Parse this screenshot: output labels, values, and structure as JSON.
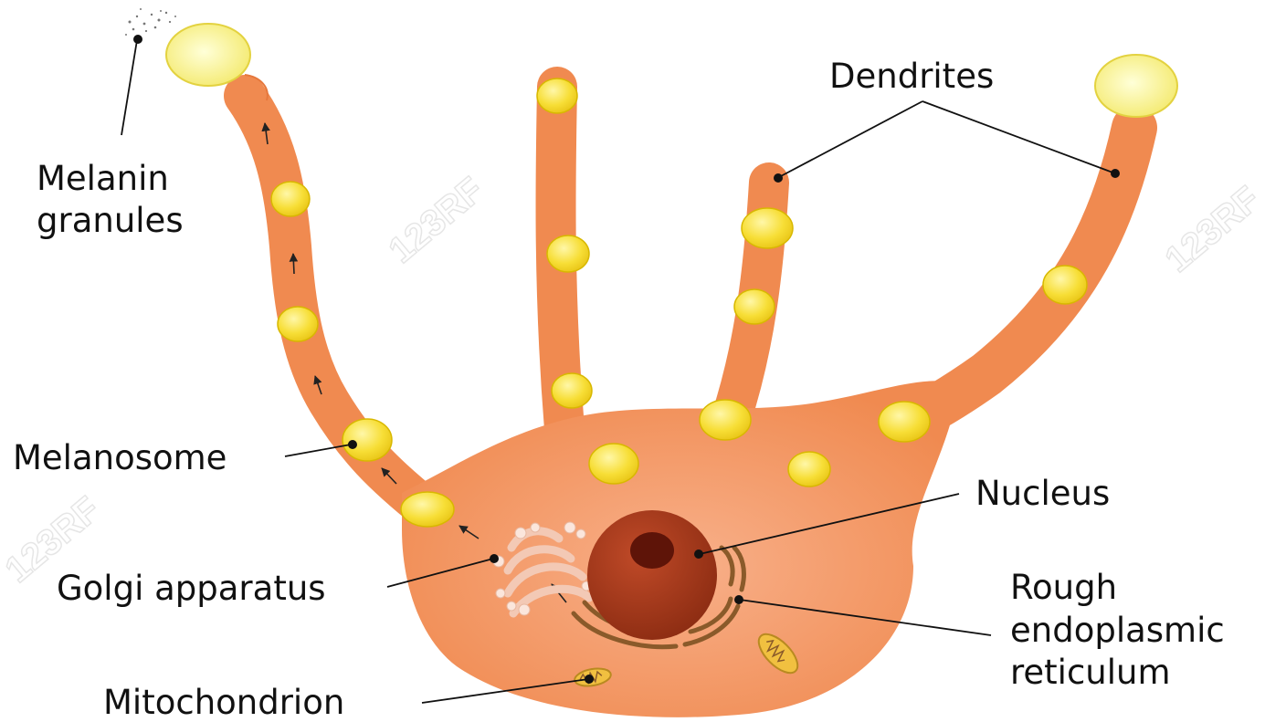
{
  "labels": {
    "melanin_granules": [
      "Melanin",
      "granules"
    ],
    "dendrites": "Dendrites",
    "melanosome": "Melanosome",
    "nucleus": "Nucleus",
    "golgi": "Golgi apparatus",
    "rough_er": [
      "Rough",
      "endoplasmic",
      "reticulum"
    ],
    "mitochondrion": "Mitochondrion"
  },
  "watermark": "123RF",
  "colors": {
    "cell_body": "#f08a50",
    "cell_outline": "#e6783d",
    "melanosome": "#f5d82a",
    "nucleus": "#a83a1c",
    "nucleolus": "#5e1408",
    "er": "#8a5a2a",
    "golgi": "#fbe6dc"
  }
}
